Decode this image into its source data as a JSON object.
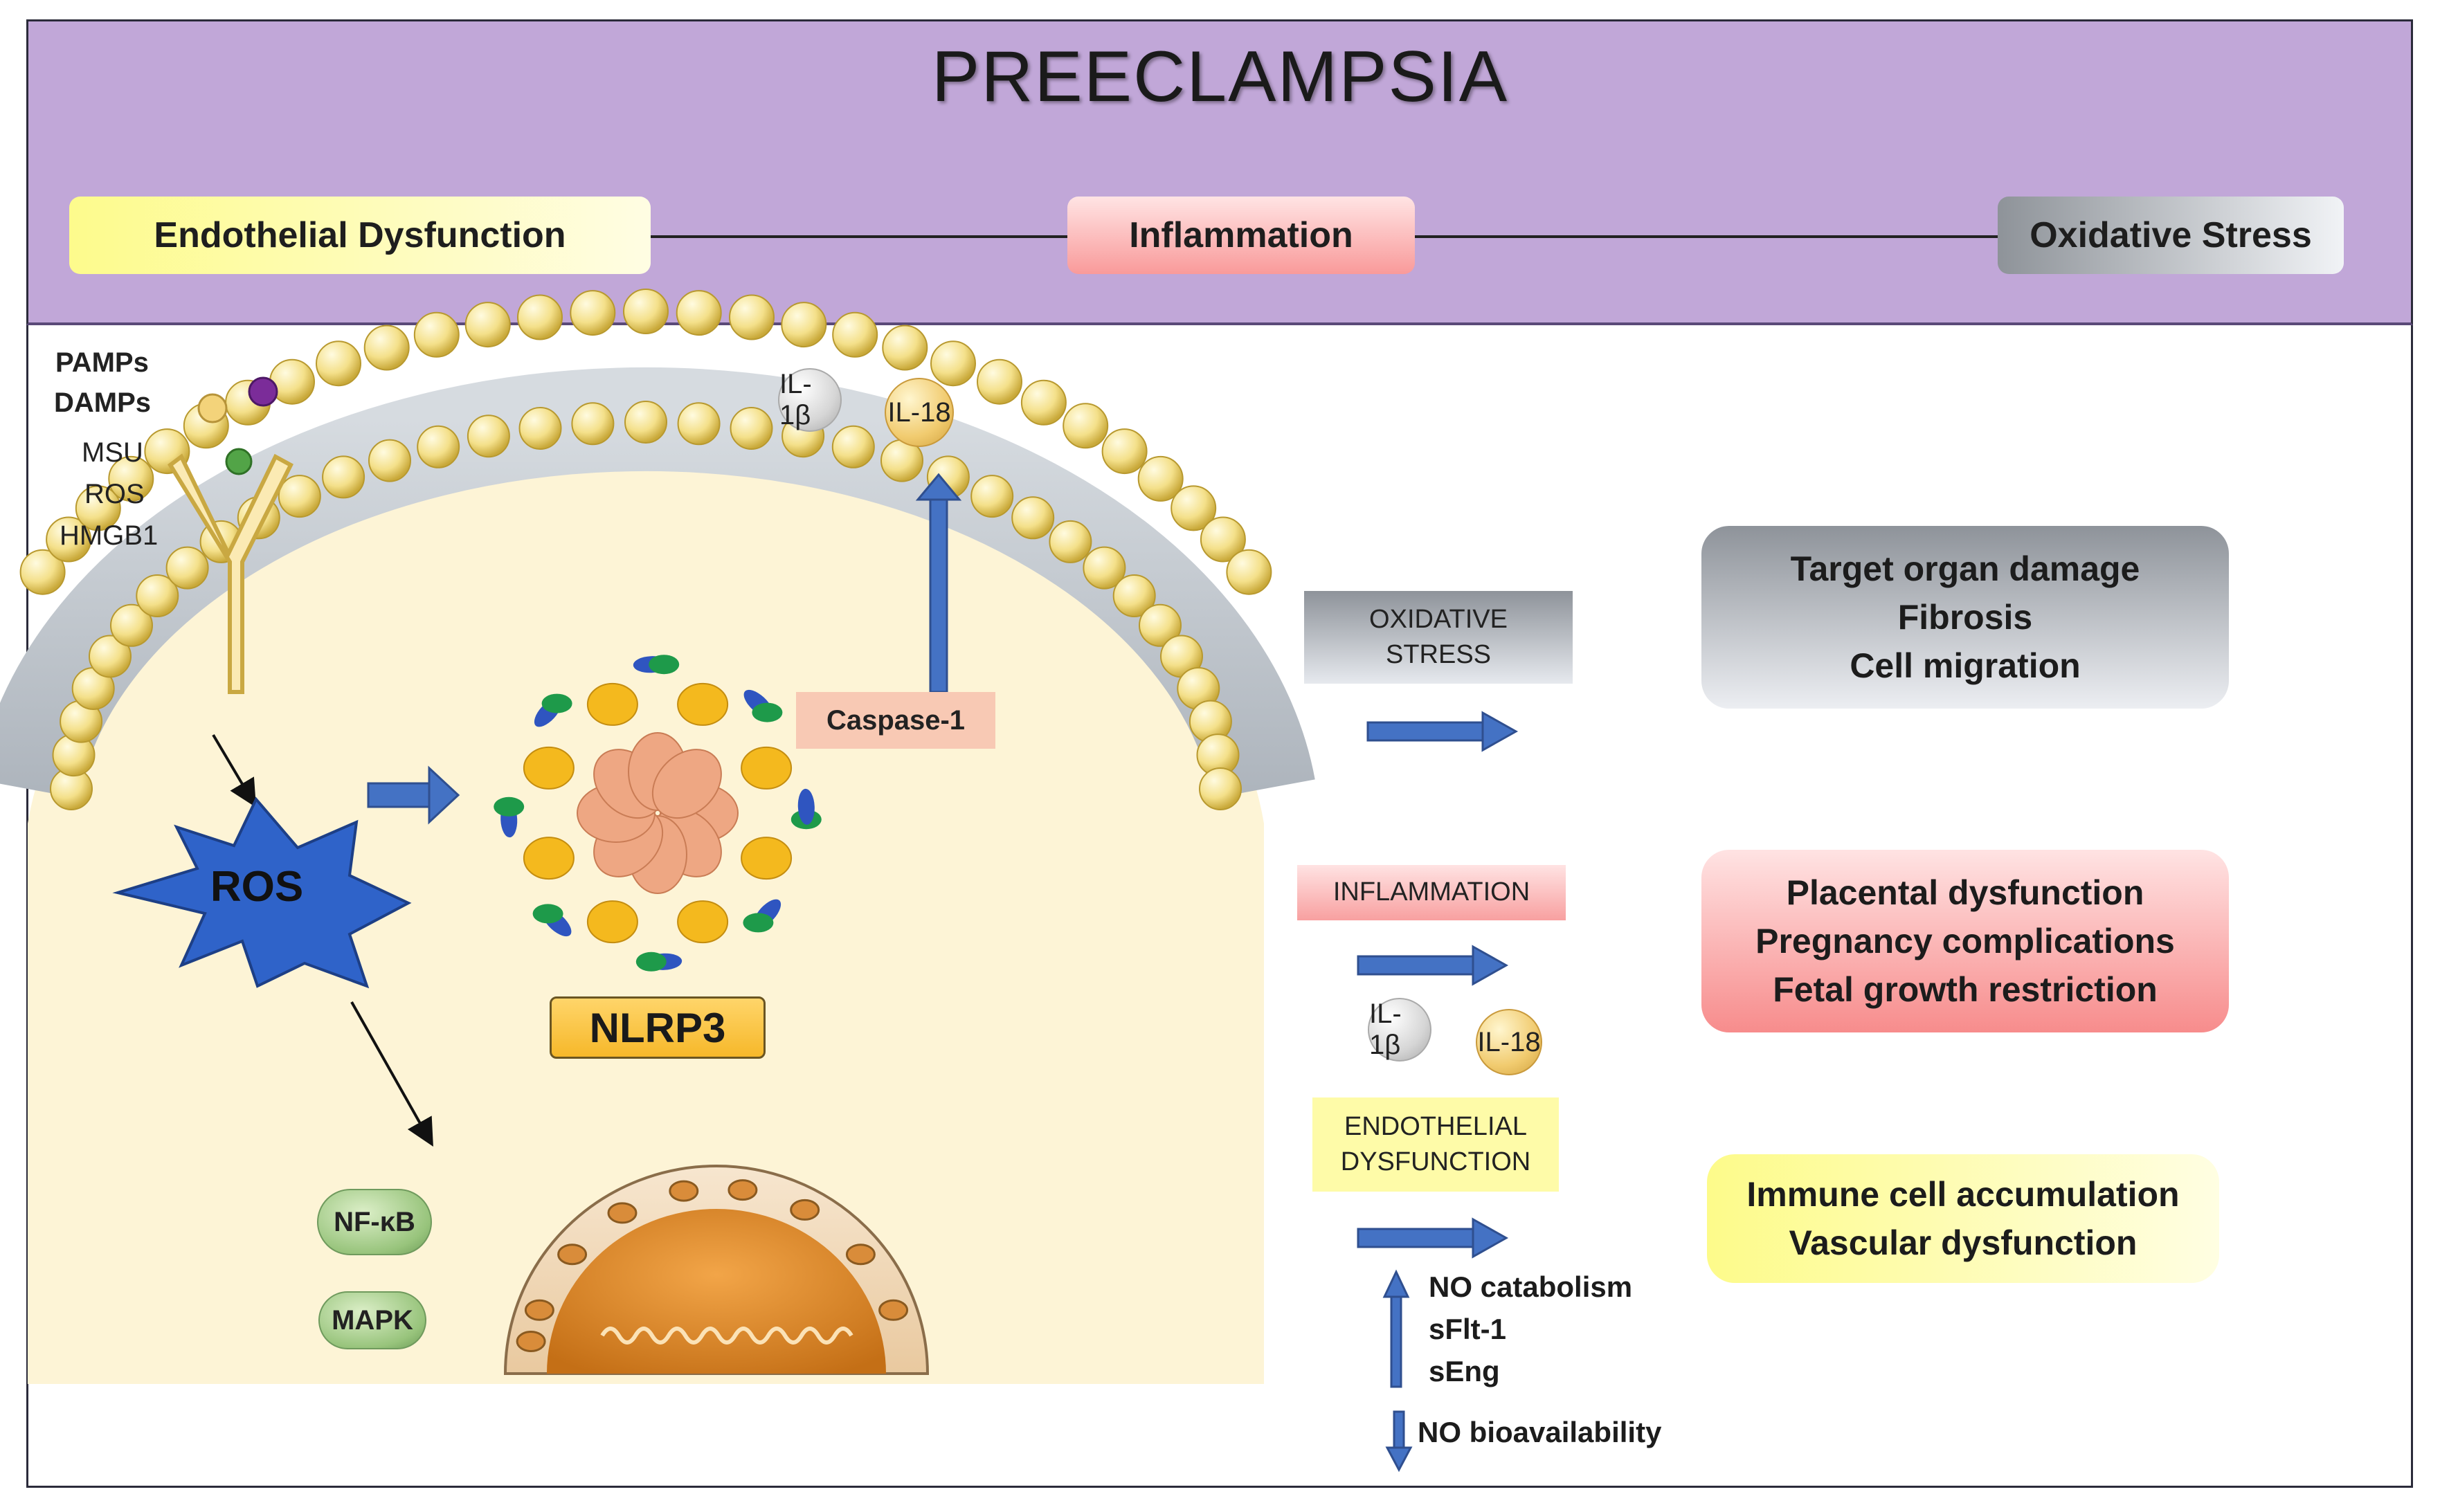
{
  "title": "PREECLAMPSIA",
  "banner": {
    "endothelial": "Endothelial Dysfunction",
    "inflammation": "Inflammation",
    "oxidative": "Oxidative Stress"
  },
  "cell": {
    "pamps": "PAMPs",
    "damps": "DAMPs",
    "msu": "MSU",
    "ros_label": "ROS",
    "hmgb1": "HMGB1",
    "il1b": "IL-1β",
    "il18": "IL-18",
    "caspase": "Caspase-1",
    "ros_star": "ROS",
    "nlrp3": "NLRP3",
    "nfkb": "NF-κB",
    "mapk": "MAPK"
  },
  "right": {
    "oxidative_box": [
      "OXIDATIVE",
      "STRESS"
    ],
    "inflammation_box": "INFLAMMATION",
    "il1b": "IL-1β",
    "il18": "IL-18",
    "endothelial_box": [
      "ENDOTHELIAL",
      "DYSFUNCTION"
    ],
    "up_markers": [
      "NO catabolism",
      "sFlt-1",
      "sEng"
    ],
    "down_marker": "NO bioavailability",
    "outcomes_gray": [
      "Target organ damage",
      "Fibrosis",
      "Cell migration"
    ],
    "outcomes_red": [
      "Placental dysfunction",
      "Pregnancy complications",
      "Fetal growth restriction"
    ],
    "outcomes_yellow": [
      "Immune cell accumulation",
      "Vascular dysfunction"
    ]
  },
  "colors": {
    "banner": "#c1a7d8",
    "arrow_blue": "#4472c4",
    "cytoplasm": "#fdf4d6",
    "lipid_head": "#f4e08a",
    "nucleus": "#e28e2f"
  }
}
